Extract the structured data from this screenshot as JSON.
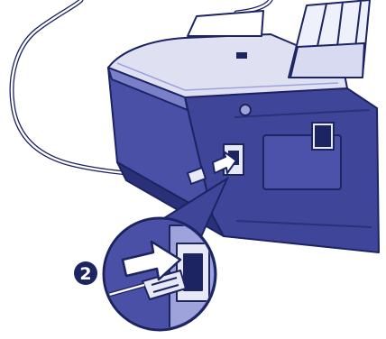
{
  "step": {
    "number": "2"
  },
  "colors": {
    "outline": "#1c2462",
    "body_dark": "#3f4598",
    "body_mid": "#5a60b3",
    "body_light": "#9ea3db",
    "panel": "#e8e9f6",
    "paper": "#ffffff",
    "background": "#ffffff"
  },
  "icons": {
    "step_badge": "circled-number-2",
    "arrow": "insert-direction-arrow",
    "plug": "usb-b-plug-icon"
  }
}
